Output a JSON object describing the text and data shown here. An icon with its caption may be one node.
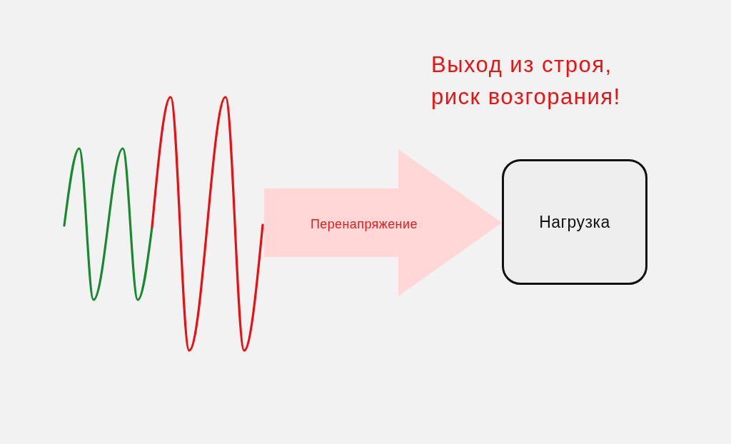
{
  "diagram": {
    "nodes": [
      {
        "text": [],
        "shape": "picture"
      },
      {
        "text": [
          "Нагрузка"
        ]
      }
    ],
    "edges": [
      {
        "from": 0,
        "to": 1,
        "arrow": "to",
        "label": "Перенапряжение",
        "style": "thick",
        "color": "#ffd7d7"
      }
    ],
    "labels": [
      "Выход из строя, риск возгорания!"
    ]
  }
}
